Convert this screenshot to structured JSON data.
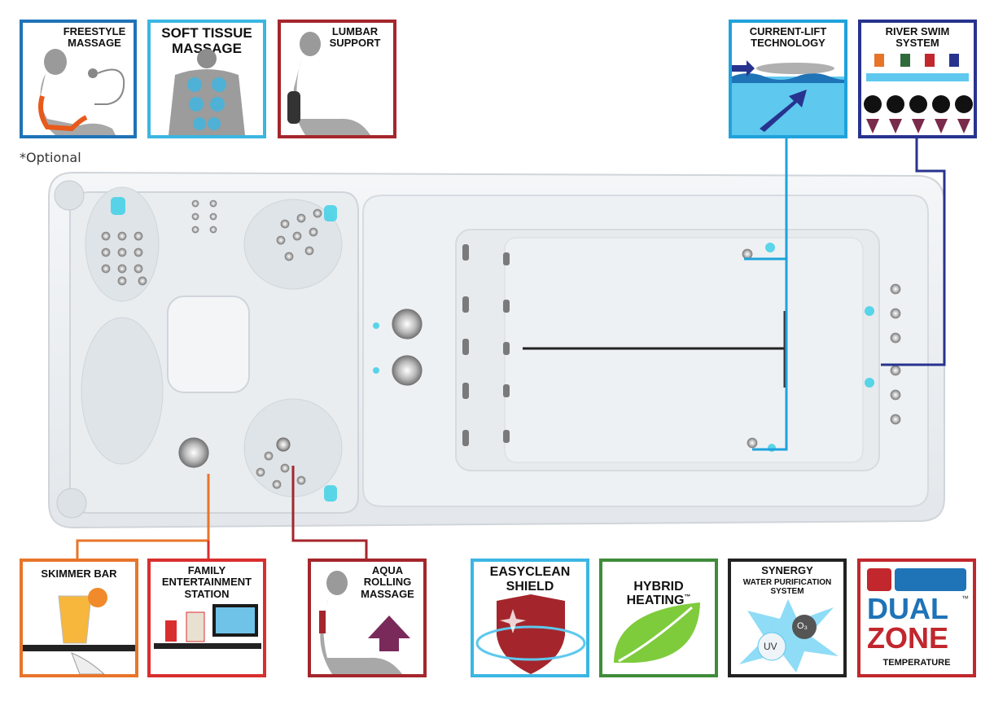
{
  "colors": {
    "blue": "#1f73b7",
    "light_blue": "#3bb6e3",
    "dark_red": "#a4262c",
    "navy": "#27338f",
    "orange": "#e8742a",
    "red": "#d92e2e",
    "green": "#3f8c3a",
    "black": "#222222",
    "crimson": "#c1272d"
  },
  "note": "*Optional",
  "top_features": [
    {
      "id": "freestyle",
      "label": "FREESTYLE\nMASSAGE",
      "icon": "seated-person-icon"
    },
    {
      "id": "soft_tissue",
      "label": "SOFT TISSUE\nMASSAGE",
      "icon": "back-massage-icon"
    },
    {
      "id": "lumbar",
      "label": "LUMBAR\nSUPPORT",
      "icon": "seated-person-icon"
    },
    {
      "id": "current_lift",
      "label": "CURRENT-LIFT\nTECHNOLOGY",
      "icon": "swimmer-water-icon"
    },
    {
      "id": "river_swim",
      "label": "RIVER SWIM\nSYSTEM",
      "icon": "jet-array-icon"
    }
  ],
  "bottom_features": [
    {
      "id": "skimmer",
      "label": "SKIMMER BAR",
      "icon": "drink-tray-icon"
    },
    {
      "id": "family_ent",
      "label": "FAMILY\nENTERTAINMENT\nSTATION",
      "icon": "tv-tray-icon"
    },
    {
      "id": "aqua_rolling",
      "label": "AQUA\nROLLING\nMASSAGE",
      "icon": "seated-person-icon"
    },
    {
      "id": "easyclean",
      "label": "EASYCLEAN\nSHIELD",
      "icon": "shield-icon"
    },
    {
      "id": "hybrid",
      "label": "HYBRID\nHEATING",
      "tm": "™",
      "icon": "leaf-icon"
    },
    {
      "id": "synergy",
      "label": "SYNERGY",
      "sub": "WATER PURIFICATION\nSYSTEM",
      "bubble1": "UV",
      "bubble2": "O₃",
      "icon": "splash-icon"
    },
    {
      "id": "dual_zone",
      "line1": "DUAL",
      "line2": "ZONE",
      "tm": "™",
      "sub": "TEMPERATURE",
      "icon": "dual-zone-icon"
    }
  ]
}
